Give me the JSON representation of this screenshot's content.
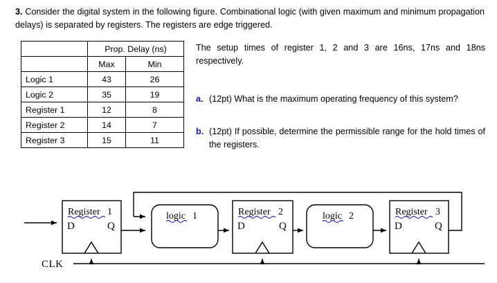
{
  "question": {
    "number": "3.",
    "intro": "Consider the digital system in the following figure. Combinational logic (with given maximum and minimum propagation delays) is separated by registers. The registers are edge triggered.",
    "setup_note": "The setup times of register 1, 2 and 3 are 16ns, 17ns and 18ns respectively.",
    "marker_color": "#1818b0",
    "parts": [
      {
        "marker": "a.",
        "text": "(12pt) What is the maximum operating frequency of this system?"
      },
      {
        "marker": "b.",
        "text": "(12pt) If possible, determine the permissible range for the hold times of the registers."
      }
    ]
  },
  "table": {
    "group_header": "Prop. Delay (ns)",
    "corner_blank": "",
    "sub_headers": [
      "Max",
      "Min"
    ],
    "rows": [
      {
        "name": "Logic 1",
        "max": "43",
        "min": "26"
      },
      {
        "name": "Logic 2",
        "max": "35",
        "min": "19"
      },
      {
        "name": "Register 1",
        "max": "12",
        "min": "8"
      },
      {
        "name": "Register 2",
        "max": "14",
        "min": "7"
      },
      {
        "name": "Register 3",
        "max": "15",
        "min": "11"
      }
    ]
  },
  "diagram": {
    "clk_label": "CLK",
    "pin_d": "D",
    "pin_q": "Q",
    "blocks": [
      {
        "id": "register-1",
        "label_main": "Register",
        "label_num": "1"
      },
      {
        "id": "logic-1",
        "label_main": "logic",
        "label_num": "1"
      },
      {
        "id": "register-2",
        "label_main": "Register",
        "label_num": "2"
      },
      {
        "id": "logic-2",
        "label_main": "logic",
        "label_num": "2"
      },
      {
        "id": "register-3",
        "label_main": "Register",
        "label_num": "3"
      }
    ]
  }
}
